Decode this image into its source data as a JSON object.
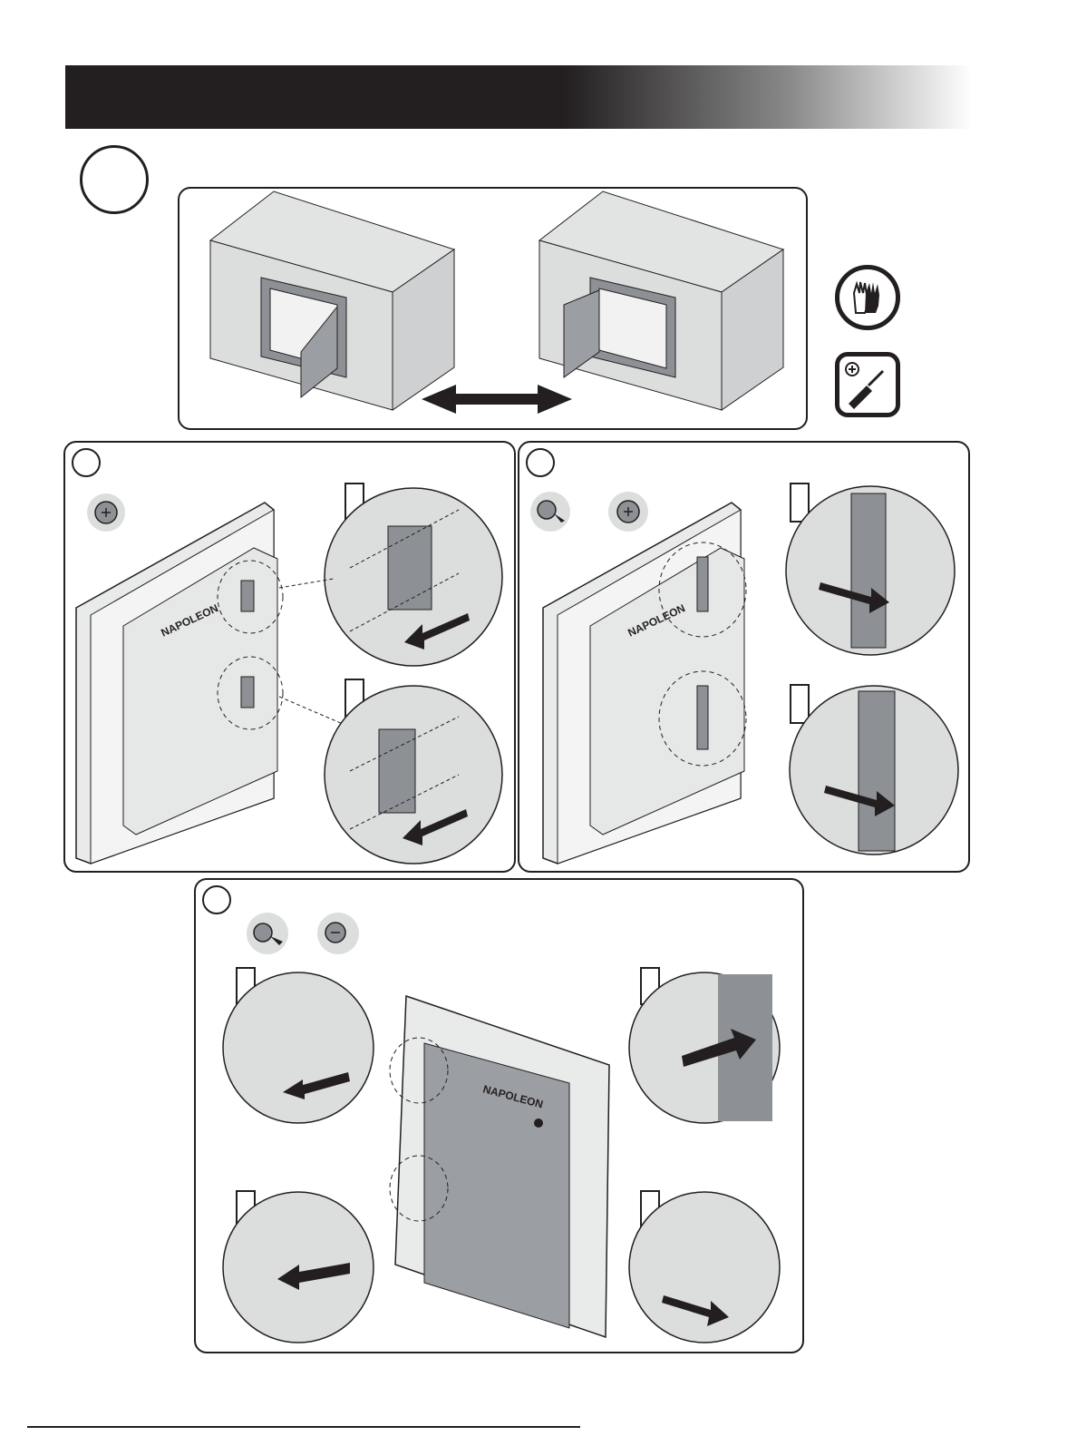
{
  "page": {
    "brand_text": "NAPOLEON",
    "colors": {
      "ink": "#231f20",
      "wall": "#dcdddd",
      "steel": "#8d9094",
      "panel_gray": "#e9eaea",
      "door_gray": "#9b9ea2"
    }
  },
  "header": {
    "title": ""
  },
  "step": {
    "number": ""
  },
  "required": {
    "items": [
      "gloves-icon",
      "screwdriver-icon"
    ]
  },
  "substeps": [
    {
      "id": "a",
      "label": "",
      "screws": [
        "screw-icon"
      ],
      "details": [
        "",
        ""
      ]
    },
    {
      "id": "b",
      "label": "",
      "screws": [
        "self-tapping-screw-icon",
        "screw-icon"
      ],
      "details": [
        "",
        ""
      ]
    },
    {
      "id": "c",
      "label": "",
      "screws": [
        "self-tapping-screw-icon",
        "screw-icon"
      ],
      "details": [
        "",
        "",
        "",
        ""
      ]
    }
  ]
}
